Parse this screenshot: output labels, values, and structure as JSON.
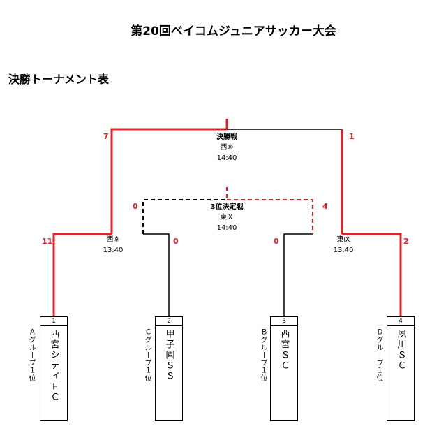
{
  "title": "第20回ベイコムジュニアサッカー大会",
  "section": "決勝トーナメント表",
  "colors": {
    "win": "#e8202a",
    "line": "#000000"
  },
  "final": {
    "label": "決勝戦",
    "venue": "西⑩",
    "time": "14:40",
    "score_left": "7",
    "score_right": "1"
  },
  "third_place": {
    "label": "3位決定戦",
    "venue": "東Ｘ",
    "time": "14:40",
    "score_left": "0",
    "score_right": "4"
  },
  "semi_left": {
    "venue": "西⑨",
    "time": "13:40",
    "score_left": "11",
    "score_right": "0"
  },
  "semi_right": {
    "venue": "東Ⅸ",
    "time": "13:40",
    "score_left": "0",
    "score_right": "2"
  },
  "teams": [
    {
      "seed": "1",
      "name": "西宮シティＦＣ",
      "group": "Ａグループ１位"
    },
    {
      "seed": "2",
      "name": "甲子園ＳＳ",
      "group": "Ｃグループ１位"
    },
    {
      "seed": "3",
      "name": "西宮ＳＣ",
      "group": "Ｂグループ１位"
    },
    {
      "seed": "4",
      "name": "夙川ＳＣ",
      "group": "Ｄグループ１位"
    }
  ]
}
